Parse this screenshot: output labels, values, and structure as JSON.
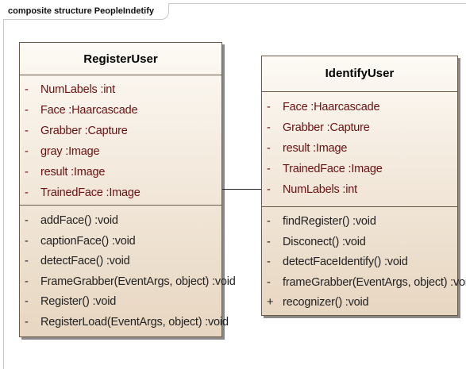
{
  "diagram": {
    "frame_label": "composite structure PeopleIndetify"
  },
  "classes": {
    "register_user": {
      "name": "RegisterUser",
      "attributes": [
        {
          "vis": "-",
          "text": "NumLabels  :int"
        },
        {
          "vis": "-",
          "text": "Face  :Haarcascade"
        },
        {
          "vis": "-",
          "text": "Grabber     :Capture"
        },
        {
          "vis": "-",
          "text": "gray  :Image"
        },
        {
          "vis": "-",
          "text": "result  :Image"
        },
        {
          "vis": "-",
          "text": "TrainedFace  :Image"
        }
      ],
      "operations": [
        {
          "vis": "-",
          "text": "addFace()  :void"
        },
        {
          "vis": "-",
          "text": "captionFace()  :void"
        },
        {
          "vis": "-",
          "text": "detectFace()  :void"
        },
        {
          "vis": "-",
          "text": "FrameGrabber(EventArgs, object)  :void"
        },
        {
          "vis": "-",
          "text": "Register()  :void"
        },
        {
          "vis": "-",
          "text": "RegisterLoad(EventArgs, object)  :void"
        }
      ]
    },
    "identify_user": {
      "name": "IdentifyUser",
      "attributes": [
        {
          "vis": "-",
          "text": "Face  :Haarcascade"
        },
        {
          "vis": "-",
          "text": "Grabber  :Capture"
        },
        {
          "vis": "-",
          "text": "result  :Image"
        },
        {
          "vis": "-",
          "text": "TrainedFace  :Image"
        },
        {
          "vis": "-",
          "text": "NumLabels  :int"
        }
      ],
      "operations": [
        {
          "vis": "-",
          "text": "findRegister()  :void"
        },
        {
          "vis": "-",
          "text": "Disconect()  :void"
        },
        {
          "vis": "-",
          "text": "detectFaceIdentify()  :void"
        },
        {
          "vis": "-",
          "text": "frameGrabber(EventArgs, object)  :void"
        },
        {
          "vis": "+",
          "text": "recognizer()  :void"
        }
      ]
    }
  }
}
